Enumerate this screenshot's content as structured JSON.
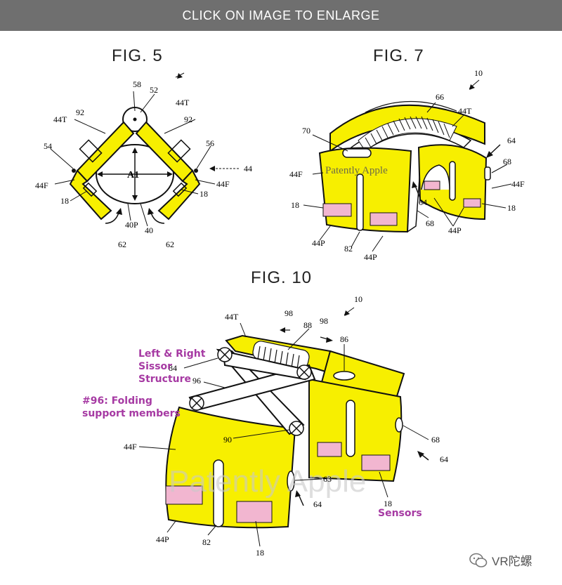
{
  "banner": {
    "label": "CLICK ON IMAGE TO ENLARGE"
  },
  "fig5": {
    "title": "FIG. 5",
    "labels": {
      "n58": "58",
      "n52": "52",
      "n44T_left": "44T",
      "n44T_right": "44T",
      "n92_left": "92",
      "n92_right": "92",
      "n54": "54",
      "n56": "56",
      "a1": "A1",
      "n44": "44",
      "n44F_left": "44F",
      "n44F_right": "44F",
      "n18_left": "18",
      "n18_right": "18",
      "n40P": "40P",
      "n40": "40",
      "n62_left": "62",
      "n62_right": "62"
    }
  },
  "fig7": {
    "title": "FIG. 7",
    "watermark": "Patently Apple",
    "labels": {
      "n10": "10",
      "n66": "66",
      "n44T": "44T",
      "n70": "70",
      "n64_top": "64",
      "n44F_left": "44F",
      "n68_right": "68",
      "n44F_right": "44F",
      "n18_left": "18",
      "n64_mid": "64",
      "n18_right": "18",
      "n68_mid": "68",
      "n44P_right": "44P",
      "n44P_left": "44P",
      "n82": "82",
      "n44P_bottom": "44P"
    }
  },
  "fig10": {
    "title": "FIG. 10",
    "watermark": "Patently Apple",
    "labels": {
      "n98_left": "98",
      "n98_right": "98",
      "n10": "10",
      "n44T": "44T",
      "n88": "88",
      "n86": "86",
      "n84": "84",
      "n96": "96",
      "n90": "90",
      "n44F": "44F",
      "n68": "68",
      "n64_right": "64",
      "n63": "63",
      "n64_mid": "64",
      "n18_right": "18",
      "n44P": "44P",
      "n82": "82",
      "n18_bottom": "18"
    },
    "annotations": {
      "scissor_line1": "Left & Right",
      "scissor_line2": "Sissor",
      "scissor_line3": "Structure",
      "folding_line1": "#96: Folding",
      "folding_line2": "support members",
      "sensors": "Sensors"
    }
  },
  "branding": {
    "logo_text": "VR陀螺"
  },
  "colors": {
    "yellow": "#f7ef00",
    "sensor_pink": "#f2b6d0",
    "annotation_purple": "#a63aa3",
    "banner_gray": "#6f6f6f"
  }
}
